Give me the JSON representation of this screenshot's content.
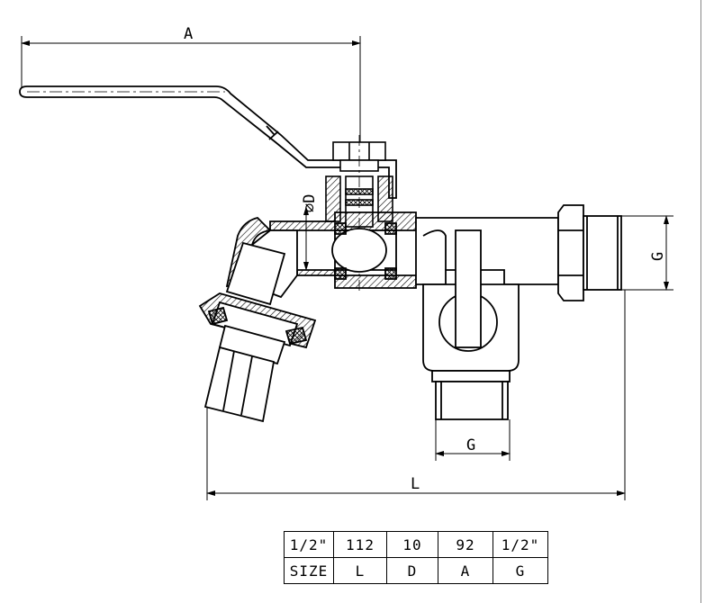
{
  "dimensions": {
    "a_label": "A",
    "d_label": "⌀D",
    "g_label_right": "G",
    "g_label_bottom": "G",
    "l_label": "L"
  },
  "spec_table": {
    "values": [
      "1/2\"",
      "112",
      "10",
      "92",
      "1/2\""
    ],
    "headers": [
      "SIZE",
      "L",
      "D",
      "A",
      "G"
    ]
  }
}
